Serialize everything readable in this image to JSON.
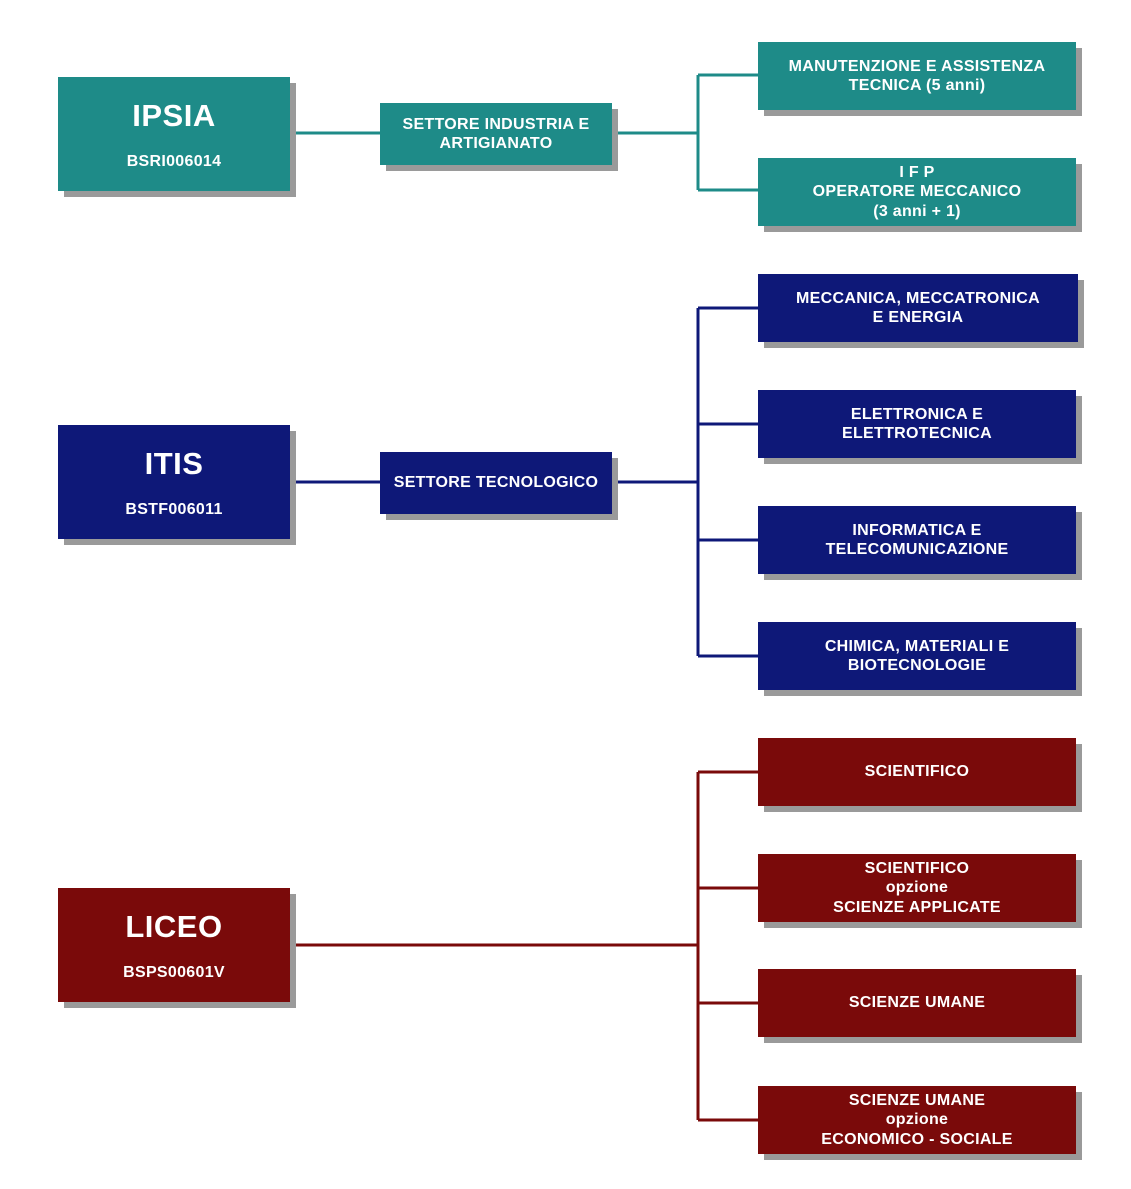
{
  "diagram": {
    "colors": {
      "teal": "#1e8b88",
      "navy": "#0e1878",
      "maroon": "#7a0a0a",
      "shadow": "#9a9a9a"
    },
    "ipsia": {
      "title": "IPSIA",
      "code": "BSRI006014",
      "sector": [
        "SETTORE INDUSTRIA E",
        "ARTIGIANATO"
      ],
      "branches": [
        [
          "MANUTENZIONE E ASSISTENZA",
          "TECNICA (5 anni)"
        ],
        [
          "I F P",
          "OPERATORE MECCANICO",
          "(3 anni + 1)"
        ]
      ]
    },
    "itis": {
      "title": "ITIS",
      "code": "BSTF006011",
      "sector": [
        "SETTORE TECNOLOGICO"
      ],
      "branches": [
        [
          "MECCANICA, MECCATRONICA",
          "E ENERGIA"
        ],
        [
          "ELETTRONICA E",
          "ELETTROTECNICA"
        ],
        [
          "INFORMATICA E",
          "TELECOMUNICAZIONE"
        ],
        [
          "CHIMICA, MATERIALI E",
          "BIOTECNOLOGIE"
        ]
      ]
    },
    "liceo": {
      "title": "LICEO",
      "code": "BSPS00601V",
      "branches": [
        [
          "SCIENTIFICO"
        ],
        [
          "SCIENTIFICO",
          "opzione",
          "SCIENZE APPLICATE"
        ],
        [
          "SCIENZE UMANE"
        ],
        [
          "SCIENZE UMANE",
          "opzione",
          "ECONOMICO - SOCIALE"
        ]
      ]
    }
  }
}
